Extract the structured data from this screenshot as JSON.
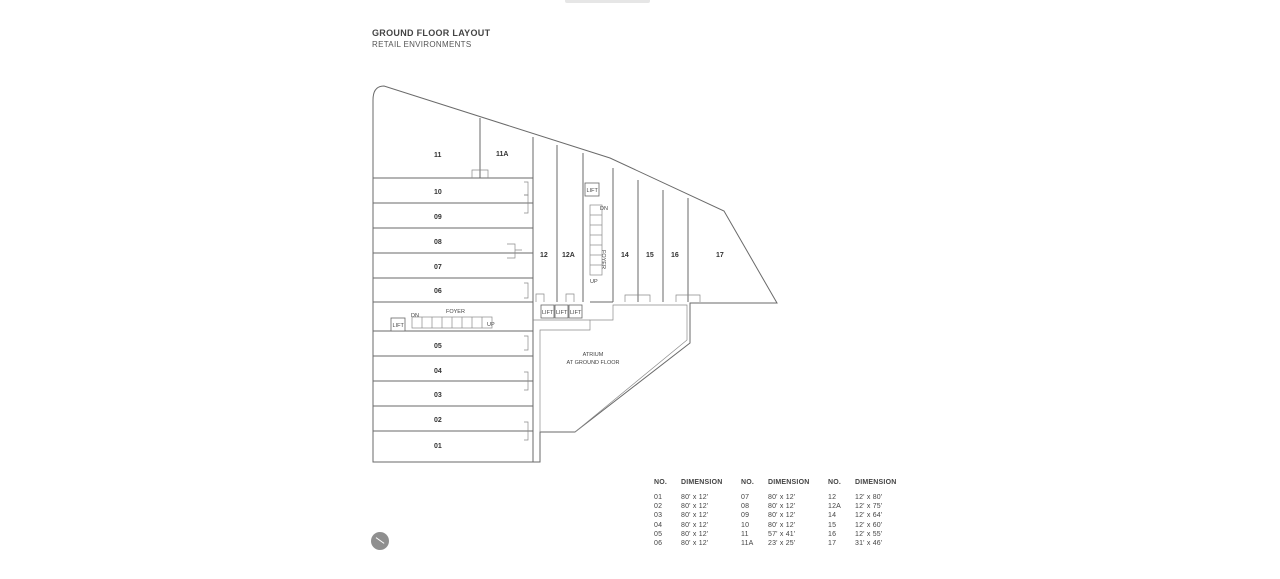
{
  "header": {
    "title": "GROUND FLOOR LAYOUT",
    "subtitle": "RETAIL ENVIRONMENTS"
  },
  "plan": {
    "units": {
      "u11": "11",
      "u11A": "11A",
      "u10": "10",
      "u09": "09",
      "u08": "08",
      "u07": "07",
      "u06": "06",
      "u05": "05",
      "u04": "04",
      "u03": "03",
      "u02": "02",
      "u01": "01",
      "u12": "12",
      "u12A": "12A",
      "u14": "14",
      "u15": "15",
      "u16": "16",
      "u17": "17"
    },
    "lift": "LIFT",
    "foyer": "FOYER",
    "dn": "DN",
    "up": "UP",
    "atrium_line1": "ATRIUM",
    "atrium_line2": "AT GROUND FLOOR"
  },
  "table": {
    "header_no": "NO.",
    "header_dimension": "DIMENSION",
    "columns": [
      [
        {
          "no": "01",
          "dim": "80' x 12'"
        },
        {
          "no": "02",
          "dim": "80' x 12'"
        },
        {
          "no": "03",
          "dim": "80' x 12'"
        },
        {
          "no": "04",
          "dim": "80' x 12'"
        },
        {
          "no": "05",
          "dim": "80' x 12'"
        },
        {
          "no": "06",
          "dim": "80' x 12'"
        }
      ],
      [
        {
          "no": "07",
          "dim": "80' x 12'"
        },
        {
          "no": "08",
          "dim": "80' x 12'"
        },
        {
          "no": "09",
          "dim": "80' x 12'"
        },
        {
          "no": "10",
          "dim": "80' x 12'"
        },
        {
          "no": "11",
          "dim": "57' x 41'"
        },
        {
          "no": "11A",
          "dim": "23' x 25'"
        }
      ],
      [
        {
          "no": "12",
          "dim": "12' x 80'"
        },
        {
          "no": "12A",
          "dim": "12' x 75'"
        },
        {
          "no": "14",
          "dim": "12' x 64'"
        },
        {
          "no": "15",
          "dim": "12' x 60'"
        },
        {
          "no": "16",
          "dim": "12' x 55'"
        },
        {
          "no": "17",
          "dim": "31' x 46'"
        }
      ]
    ]
  }
}
